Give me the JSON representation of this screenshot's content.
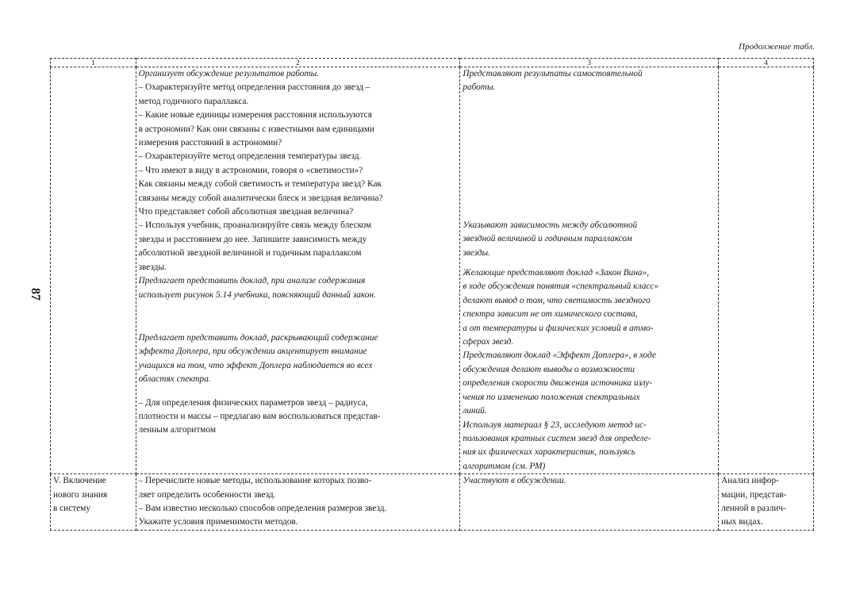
{
  "caption": "Продолжение табл.",
  "page_number": "87",
  "headers": [
    "1",
    "2",
    "3",
    "4"
  ],
  "row1": {
    "col2": {
      "p1_italic": "Организует обсуждение результатов работы.",
      "p1": "– Охарактеризуйте метод определения расстояния до звезд –\nметод годичного параллакса.\n– Какие новые единицы измерения расстояния используются\nв астрономии? Как они связаны с известными вам единицами\nизмерения расстояний в астрономии?\n– Охарактеризуйте метод определения температуры звезд.\n– Что имеют в виду в астрономии, говоря о «светимости»?\nКак связаны между собой светимость и температура звезд? Как\nсвязаны между собой аналитически блеск и звездная величина?\nЧто представляет собой абсолютная звездная величина?\n– Используя учебник, проанализируйте связь между блеском\nзвезды и расстоянием до нее. Запишите зависимость между\nабсолютной звездной величиной и годичным параллаксом\nзвезды.",
      "p2_italic": "Предлагает представить доклад, при анализе содержания\nиспользует рисунок 5.14 учебника, поясняющий данный закон.",
      "p3_italic": "Предлагает представить доклад, раскрывающий содержание\nэффекта Доплера, при обсуждении акцентирует внимание\nучащихся на том, что эффект Доплера наблюдается во всех\nобластях спектра.",
      "p4": "– Для определения физических параметров звезд – радиуса,\nплотности и массы – предлагаю вам воспользоваться представ-\nленным алгоритмом"
    },
    "col3": {
      "p1_italic": "Представляют результаты самостоятельной\nработы.",
      "p2_italic": "Указывают зависимость между абсолютной\nзвездной величиной и годичным параллаксом\nзвезды.",
      "p3_italic": "Желающие представляют доклад «Закон Вина»,\nв ходе обсуждения понятия «спектральный класс»\nделают вывод о том, что светимость звездного\nспектра зависит не от химического состава,\nа от температуры и физических условий в атмо-\nсферах звезд.",
      "p4_italic": "Представляют доклад «Эффект Доплера», в ходе\nобсуждения делают выводы о возможности\nопределения скорости движения источника излу-\nчения по изменению положения спектральных\nлиний.\nИспользуя материал § 23, исследуют метод ис-\nпользования кратных систем звезд для определе-\nния их физических характеристик, пользуясь\nалгоритмом (см. РМ)"
    }
  },
  "row2": {
    "col1": "V. Включение\nнового знания\nв систему",
    "col2": "– Перечислите новые методы, использование которых позво-\nляет определить особенности звезд.\n– Вам известно несколько способов определения размеров звезд.\nУкажите условия применимости методов.",
    "col3_italic": "Участвуют в обсуждении.",
    "col4": "Анализ инфор-\nмации, представ-\nленной в различ-\nных видах."
  }
}
